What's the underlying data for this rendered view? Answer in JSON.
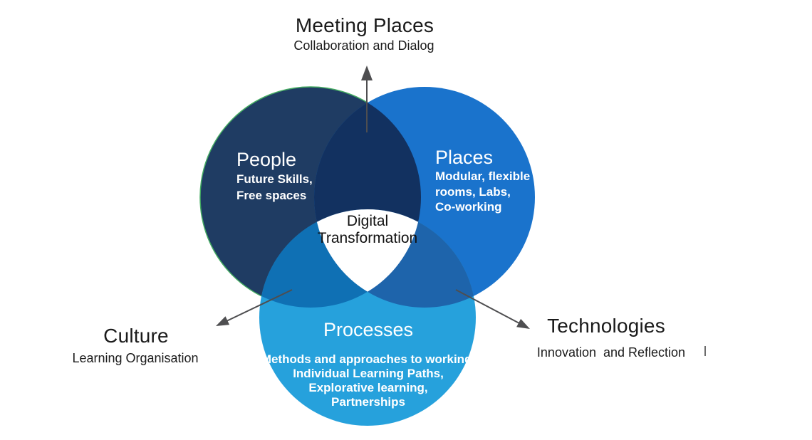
{
  "colors": {
    "people": "#1F3C63",
    "places": "#1A73CC",
    "processes": "#26A1DC",
    "people_places": "#123160",
    "people_processes": "#0F70B4",
    "places_processes": "#1E64AB",
    "center_fill": "#FFFFFF",
    "people_edge": "#44AB62",
    "arrow": "#4E4E50",
    "text_dark": "#1A1A1A",
    "text_light": "#FFFFFF",
    "cursor_mark": "#3A3A3A"
  },
  "venn": {
    "people": {
      "title": "People",
      "lines": [
        "Future Skills,",
        "Free spaces"
      ]
    },
    "places": {
      "title": "Places",
      "lines": [
        "Modular, flexible",
        "rooms, Labs,",
        "Co-working"
      ]
    },
    "processes": {
      "title": "Processes",
      "lines": [
        "Methods and approaches to working,",
        "Individual Learning Paths,",
        "Explorative learning,",
        "Partnerships"
      ]
    },
    "center": {
      "line1": "Digital",
      "line2": "Transformation"
    }
  },
  "labels": {
    "top": {
      "title": "Meeting Places",
      "subtitle": "Collaboration and Dialog"
    },
    "left": {
      "title": "Culture",
      "subtitle": "Learning Organisation"
    },
    "right": {
      "title": "Technologies",
      "subtitle": "Innovation  and Reflection"
    }
  }
}
